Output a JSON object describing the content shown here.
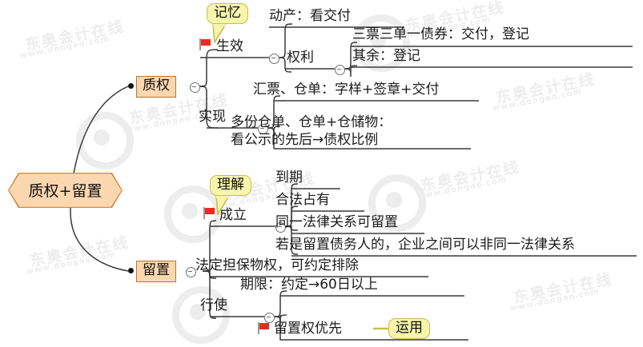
{
  "document": {
    "type": "mind-map",
    "title": "质权+留置",
    "language": "zh-CN"
  },
  "root": {
    "label": "质权+留置"
  },
  "watermarks": {
    "brand": "东奥会计在线",
    "url": "www.dongao.com"
  },
  "icons": {
    "flag": "red-flag-icon",
    "toggle": "collapse-toggle-icon",
    "bullet": "bullet-dot-icon"
  },
  "colors": {
    "node_fill": "#fbd7b0",
    "node_border": "#b9762f",
    "root_border": "#d08a3e",
    "callout_fill": "#f7f5ab",
    "callout_border": "#c9be4a",
    "flag_red": "#ec2a24",
    "line": "#3a3a3a",
    "text": "#1a1a1a",
    "watermark": "#ededed"
  },
  "branches": {
    "zhiquan": {
      "label": "质权",
      "children": {
        "shengxiao": {
          "label": "生效",
          "callout": "记忆",
          "has_flag": true,
          "items": [
            {
              "text": "动产：看交付"
            },
            {
              "label": "权利",
              "items": [
                {
                  "text": "三票三单一债券：交付，登记"
                },
                {
                  "text": "其余：登记"
                }
              ]
            }
          ]
        },
        "shixian": {
          "label": "实现",
          "items": [
            {
              "text": "汇票、仓单：字样+签章+交付"
            },
            {
              "line1": "多份仓单、仓单+仓储物：",
              "line2": "看公示的先后→债权比例"
            }
          ]
        }
      }
    },
    "liuzhi": {
      "label": "留置",
      "children": {
        "chengli": {
          "label": "成立",
          "callout": "理解",
          "has_flag": true,
          "items": [
            {
              "text": "到期"
            },
            {
              "text": "合法占有"
            },
            {
              "text": "同一法律关系可留置"
            },
            {
              "text": "若是留置债务人的，企业之间可以非同一法律关系"
            }
          ]
        },
        "fading": {
          "text": "法定担保物权，可约定排除"
        },
        "xingshi": {
          "label": "行使",
          "items": [
            {
              "text": "期限：约定→60日以上"
            },
            {
              "text": "留置权优先",
              "has_flag": true,
              "callout": "运用"
            }
          ]
        }
      }
    }
  }
}
